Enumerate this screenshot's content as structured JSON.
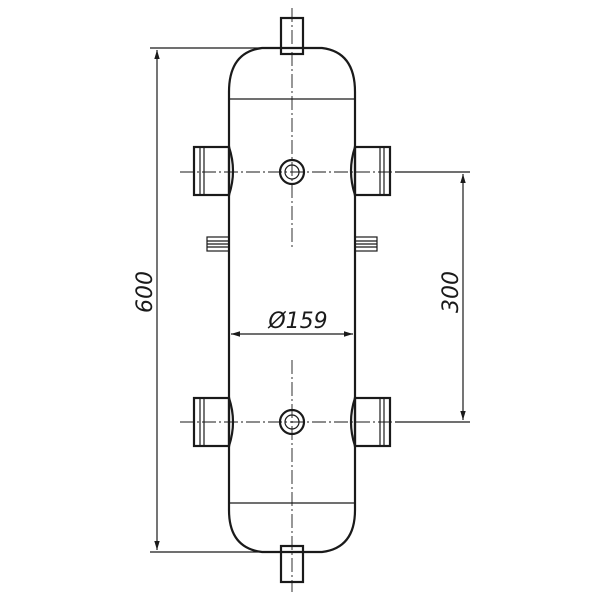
{
  "dimensions": {
    "height_label": "600",
    "diameter_label": "Ø159",
    "spacing_label": "300"
  },
  "colors": {
    "line": "#1a1a1a",
    "background": "#ffffff"
  }
}
